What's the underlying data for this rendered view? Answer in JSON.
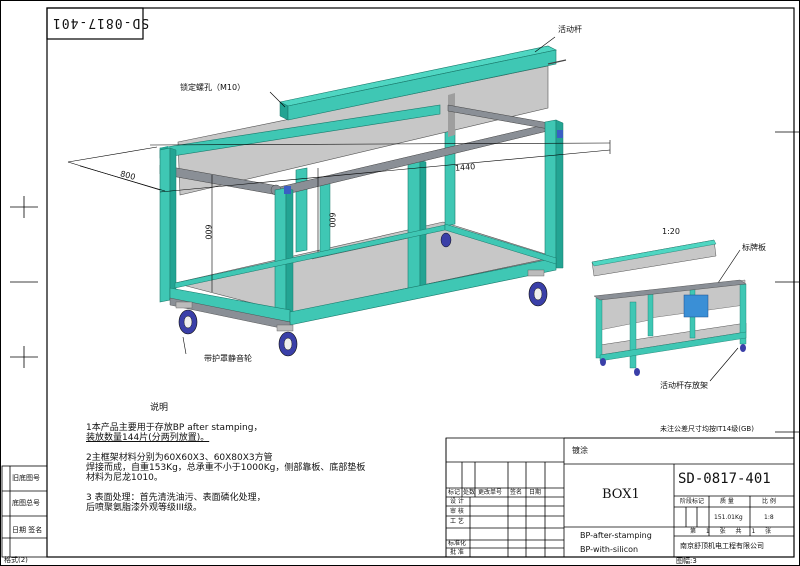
{
  "drawing_no_rotated": "SD-0817-401",
  "callouts": {
    "movable_bar": "活动杆",
    "locking_screw": "锁定螺孔（M10）",
    "caster": "带护罩静音轮",
    "label_plate": "标牌板",
    "bar_storage": "活动杆存放架",
    "scale": "1:20"
  },
  "dimensions": {
    "length": "1440",
    "width": "800",
    "height_left": "600",
    "height_mid": "600"
  },
  "notes": {
    "heading": "说明",
    "n1a": "1本产品主要用于存放BP after stamping，",
    "n1b": "装放数量144片(分两列放置)。",
    "n2a": "2主框架材料分别为60X60X3、60X80X3方管",
    "n2b": "焊接而成，自重153Kg，总承重不小于1000Kg，侧部靠板、底部垫板",
    "n2c": "材料为尼龙1010。",
    "n3a": "3 表面处理：首先清洗油污、表面磷化处理，",
    "n3b": "后喷聚氨脂漆外观等级III级。"
  },
  "general_tolerance": "未注公差尺寸均按IT14级(GB)",
  "left_margin": {
    "r1": "旧底图号",
    "r2": "底图总号",
    "r3": "日期  签名",
    "bottom": "格式(2)"
  },
  "title_block": {
    "signature_box": "镀涂",
    "product": "BOX1",
    "drawing_no": "SD-0817-401",
    "stage_label": "阶段标记",
    "weight_label": "质 量",
    "scale_label": "比 例",
    "weight": "151.01Kg",
    "scale": "1:8",
    "sheet": "第 1 张  共 1 张",
    "desc1": "BP-after-stamping",
    "desc2": "BP-with-silicon",
    "company": "南京舒顶机电工程有限公司",
    "format": "图幅:3",
    "rows": {
      "mark": "标记",
      "count": "处数",
      "change_no": "更改单号",
      "sign": "签名",
      "date": "日期",
      "design": "设 计",
      "check": "审 核",
      "process": "工 艺",
      "standard": "标准化",
      "approve": "批 准"
    }
  },
  "colors": {
    "frame": "#3fc7b4",
    "frame_dark": "#23a493",
    "panel": "#c7c7c7",
    "panel_dark": "#9e9e9e",
    "bar": "#8a8f96",
    "wheel": "#3a3fa8"
  }
}
